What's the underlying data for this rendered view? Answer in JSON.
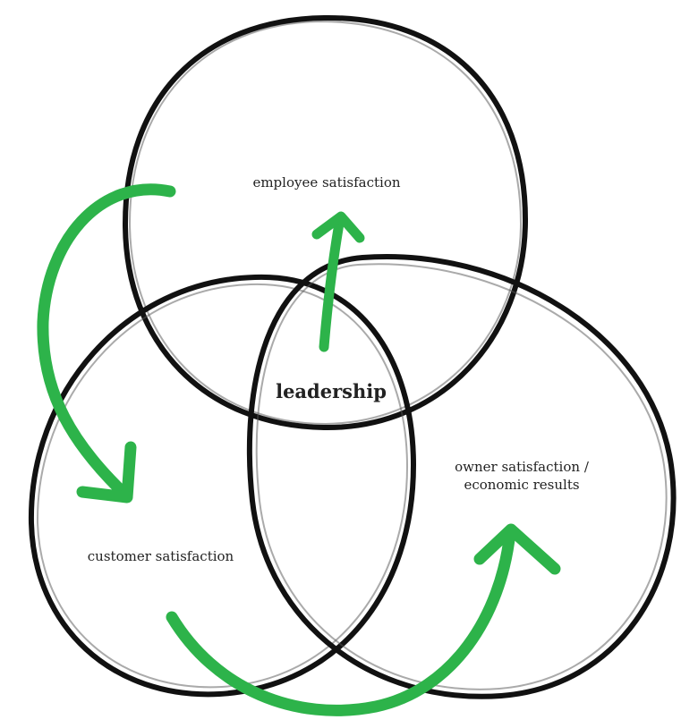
{
  "diagram": {
    "labels": {
      "employee": "employee satisfaction",
      "customer": "customer satisfaction",
      "owner_line1": "owner satisfaction /",
      "owner_line2": "economic results",
      "center": "leadership"
    },
    "colors": {
      "ring": "#111111",
      "ring_faint": "#555555",
      "arrow": "#2db34a",
      "text": "#222222"
    }
  }
}
